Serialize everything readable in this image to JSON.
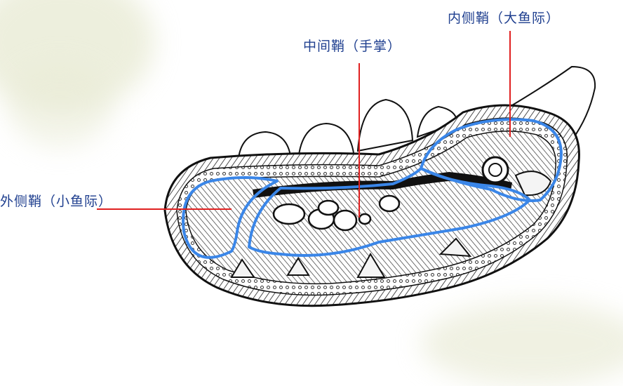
{
  "labels": {
    "inner_sheath": "内侧鞘（大鱼际）",
    "middle_sheath": "中间鞘（手掌）",
    "outer_sheath": "外侧鞘（小鱼际）"
  },
  "colors": {
    "sheath_outline": "#3a86e8",
    "leader_line": "#e02020",
    "label_text": "#1f3f8f",
    "background_blossom": "#d9dcb8"
  }
}
